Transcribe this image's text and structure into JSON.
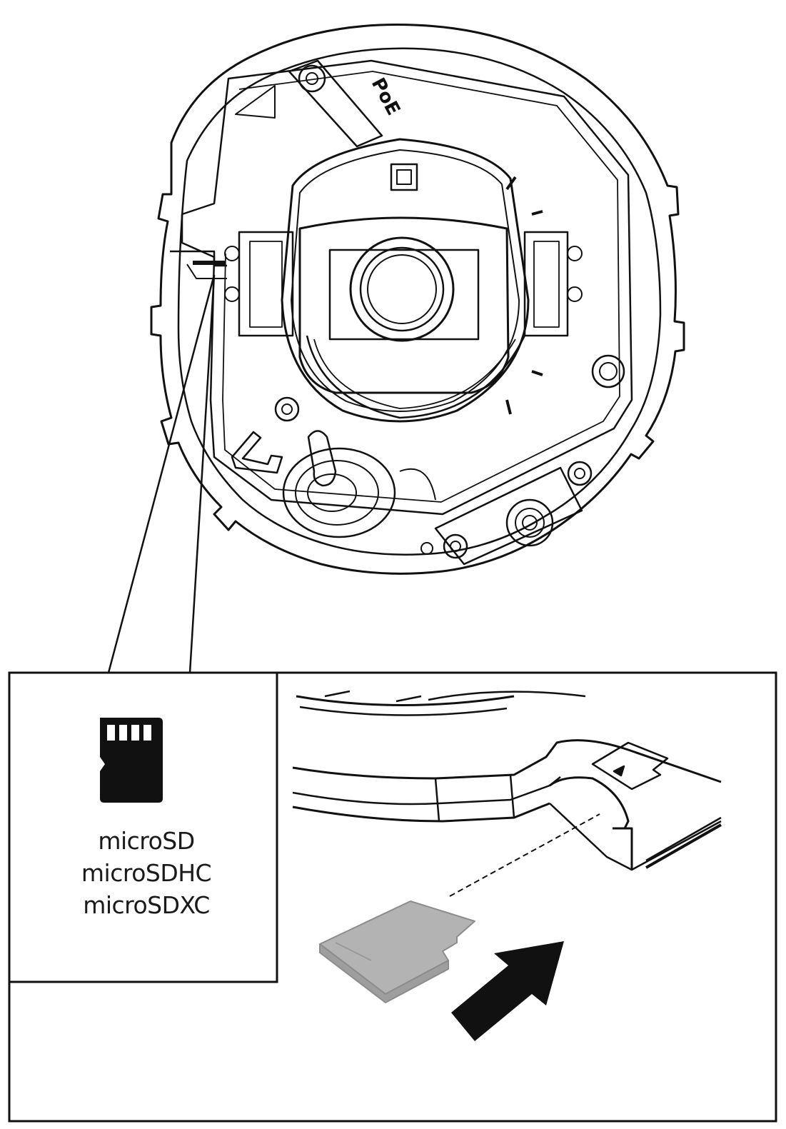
{
  "camera": {
    "port_label": "PoE"
  },
  "card_types": [
    "microSD",
    "microSDHC",
    "microSDXC"
  ],
  "icons": {
    "card_symbol": "microsd-card-icon",
    "insert_arrow": "arrow-icon"
  },
  "colors": {
    "line": "#111111",
    "card_fill": "#b3b3b3",
    "card_edge": "#8c8c8c"
  }
}
